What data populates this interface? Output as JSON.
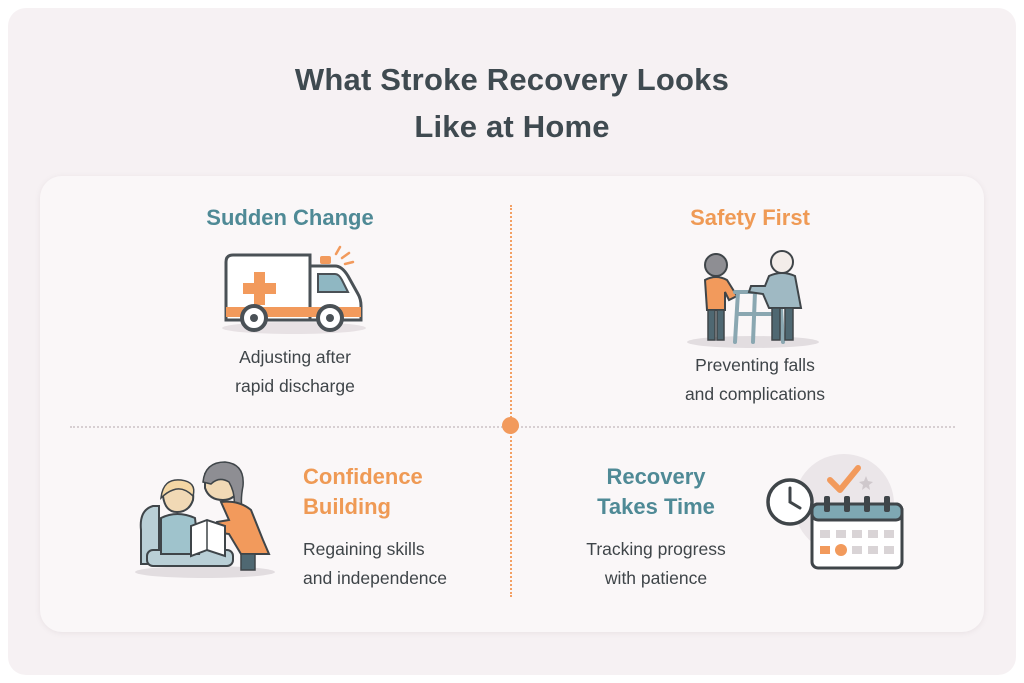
{
  "title": {
    "line1": "What Stroke Recovery Looks",
    "line2": "Like at Home"
  },
  "quadrants": [
    {
      "heading_lines": [
        "Sudden Change"
      ],
      "desc_lines": [
        "Adjusting after",
        "rapid discharge"
      ],
      "icon": "ambulance-icon"
    },
    {
      "heading_lines": [
        "Safety First"
      ],
      "desc_lines": [
        "Preventing falls",
        "and complications"
      ],
      "icon": "walker-assist-icon"
    },
    {
      "heading_lines": [
        "Confidence",
        "Building"
      ],
      "desc_lines": [
        "Regaining skills",
        "and independence"
      ],
      "icon": "caregiver-reading-icon"
    },
    {
      "heading_lines": [
        "Recovery",
        "Takes Time"
      ],
      "desc_lines": [
        "Tracking progress",
        "with patience"
      ],
      "icon": "calendar-clock-icon"
    }
  ],
  "colors": {
    "teal": "#4f8a96",
    "orange": "#ef9a55",
    "title": "#3f4a50",
    "text": "#3f4549"
  }
}
